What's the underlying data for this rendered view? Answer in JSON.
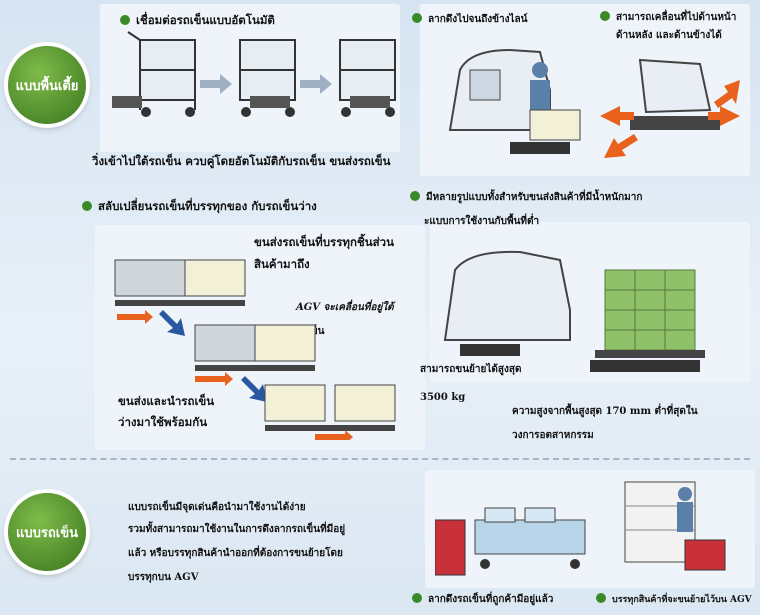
{
  "badges": {
    "low_type": "แบบพื้นเตี้ย",
    "cart_type": "แบบรถเข็น"
  },
  "sections": {
    "auto_connect": "เชื่อมต่อรถเข็นแบบอัตโนมัติ",
    "tow_line": "ลากดึงไปจนถึงข้างไลน์",
    "move_dirs_line1": "สามารถเคลื่อนที่ไปด้านหน้า",
    "move_dirs_line2": "ด้านหลัง และด้านข้างได้",
    "swap_cart": "สลับเปลี่ยนรถเข็นที่บรรทุกของ กับรถเข็นว่าง",
    "many_types_line1": "มีหลายรูปแบบทั้งสำหรับขนส่งสินค้าที่มีน้ำหนักมาก",
    "many_types_line2": "ะแบบการใช้งานกับพื้นที่ต่ำ"
  },
  "captions": {
    "connect_steps": "วิ่งเข้าไปใต้รถเข็น   ควบคู่โดยอัตโนมัติกับรถเข็น   ขนส่งรถเข็น",
    "deliver_line1": "ขนส่งรถเข็นที่บรรทุกชิ้นส่วน",
    "deliver_line2": "สินค้ามาถึง",
    "agv_move_line1": "AGV จะเคลื่อนที่อยู่ใต้",
    "agv_move_line2": "รถเข็น",
    "return_line1": "ขนส่งและนำรถเข็น",
    "return_line2": "ว่างมาใช้พร้อมกัน",
    "max_load_line1": "สามารถขนย้ายได้สูงสุด",
    "max_load_line2": "3500  kg",
    "height_line1": "ความสูงจากพื้นสูงสุด 170 mm ต่ำที่สุดใน",
    "height_line2": "วงการอตสาหกรรม",
    "cart_desc_line1": "แบบรถเข็นมีจุดเด่นคือนำมาใช้งานได้ง่าย",
    "cart_desc_line2": "รวมทั้งสามารถมาใช้งานในการดึงลากรถเข็นที่มีอยู่",
    "cart_desc_line3": "แล้ว หรือบรรทุกสินค้านำออกที่ต้องการขนย้ายโดย",
    "cart_desc_line4": "บรรทุกบน AGV",
    "tow_existing": "ลากดึงรถเข็นที่ถูกค้ามีอยู่แล้ว",
    "carry_on_agv": "บรรทุกสินค้าที่จะขนย้ายไว้บน AGV"
  },
  "colors": {
    "badge_green": "#4e8a2a",
    "dot_green": "#3a8a2a",
    "arrow_orange": "#e8621e",
    "arrow_blue": "#2a58a0"
  }
}
